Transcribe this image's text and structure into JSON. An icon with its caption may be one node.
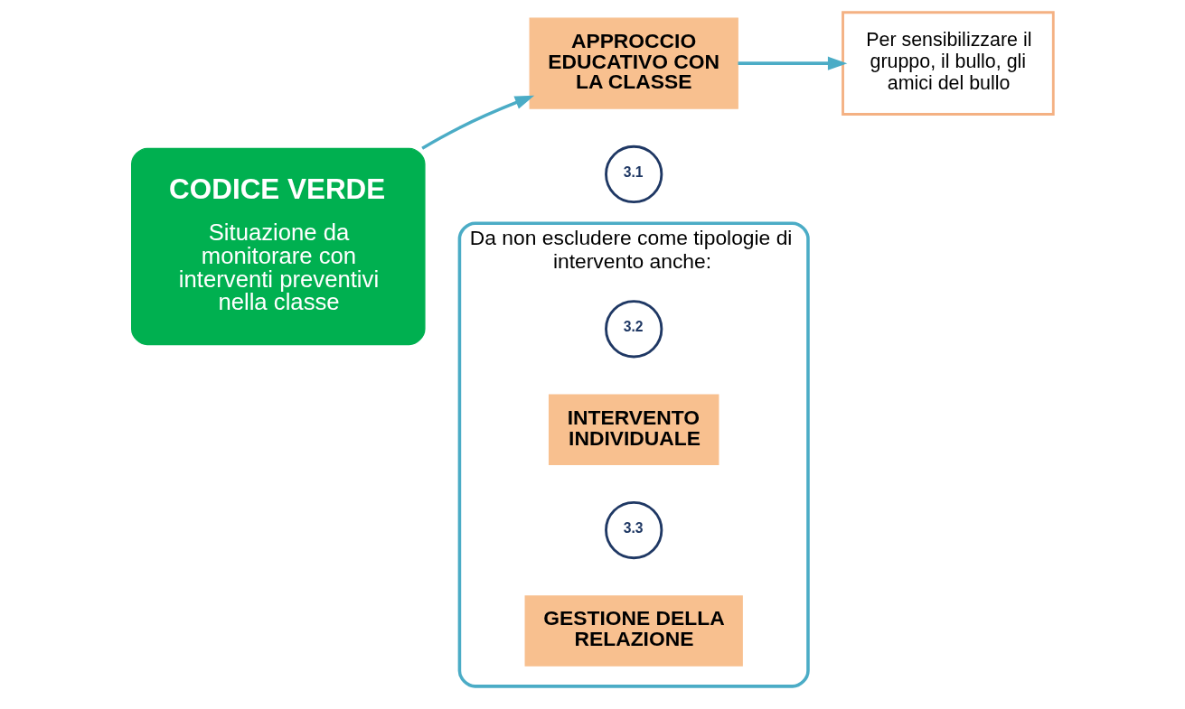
{
  "diagram": {
    "nodes": [
      {
        "text": [
          "CODICE VERDE",
          "Situazione da monitorare con interventi preventivi nella classe"
        ]
      },
      {
        "text": [
          "APPROCCIO EDUCATIVO CON LA CLASSE"
        ]
      },
      {
        "text": [
          "3.1"
        ]
      },
      {
        "text": [
          "Per sensibilizzare il gruppo, il bullo, gli amici del bullo"
        ]
      },
      {
        "text": [
          "Da non escludere come tipologie di intervento anche:"
        ]
      },
      {
        "text": [
          "INTERVENTO INDIVIDUALE"
        ],
        "in": 4
      },
      {
        "text": [
          "3.2"
        ],
        "in": 4
      },
      {
        "text": [
          "GESTIONE DELLA RELAZIONE"
        ],
        "in": 4
      },
      {
        "text": [
          "3.3"
        ],
        "in": 4
      }
    ],
    "edges": [
      {
        "from": 0,
        "to": 1,
        "arrow": "to"
      },
      {
        "from": 1,
        "to": 3,
        "arrow": "to"
      }
    ]
  }
}
